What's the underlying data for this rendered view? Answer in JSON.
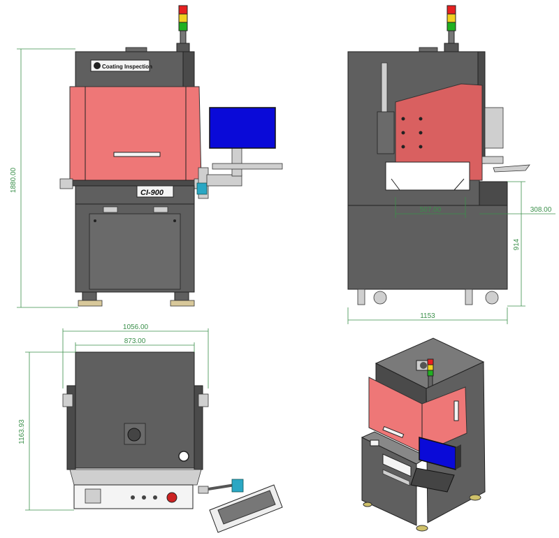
{
  "brand": {
    "label": "Coating Inspection",
    "model": "CI-900"
  },
  "dimensions": {
    "front_height": "1880.00",
    "side_depth_a": "507.00",
    "side_depth_b": "308.00",
    "side_height": "914",
    "side_width": "1153",
    "top_width_outer": "1056.00",
    "top_width_inner": "873.00",
    "top_depth": "1163.93"
  },
  "colors": {
    "dimension": "#3a8f4a",
    "cabinet": "#5f5f5f",
    "cover": "#ee7777",
    "screen": "#0a0ad8",
    "beacon_red": "#e62020",
    "beacon_yellow": "#f0d020",
    "beacon_green": "#20b020"
  }
}
